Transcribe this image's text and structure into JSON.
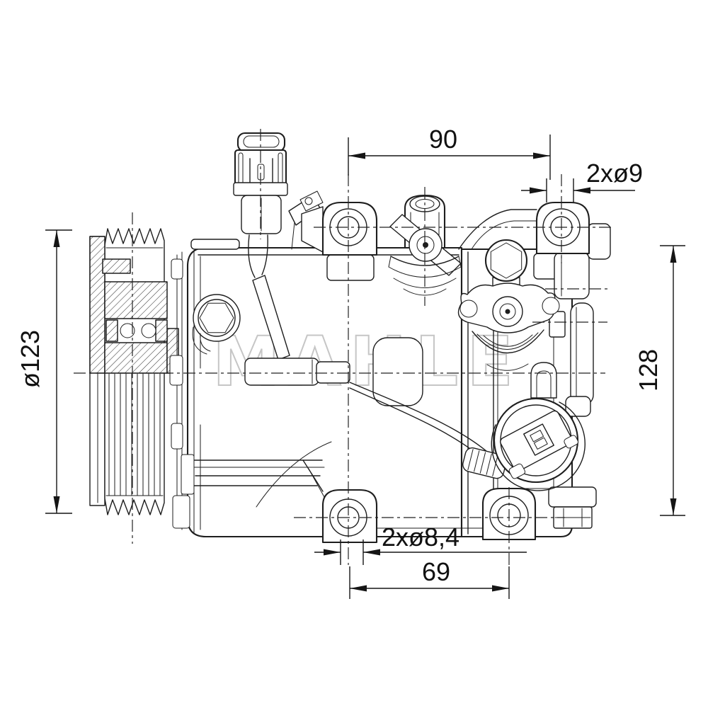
{
  "colors": {
    "background": "#ffffff",
    "line": "#1e1e1e",
    "dimension_text": "#111111",
    "watermark": "#c6c6c6"
  },
  "watermark": "MAHLE",
  "dimensions": {
    "top_width": "90",
    "top_holes": "2xø9",
    "pulley_diameter": "ø123",
    "overall_height": "128",
    "bottom_holes": "2xø8,4",
    "bottom_width": "69"
  }
}
